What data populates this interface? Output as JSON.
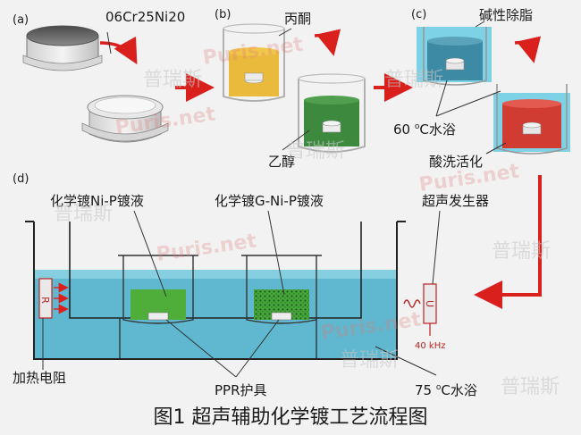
{
  "panels": {
    "a": {
      "tag": "(a)",
      "material": "06Cr25Ni20"
    },
    "b": {
      "tag": "(b)",
      "acetone": "丙酮",
      "ethanol": "乙醇"
    },
    "c": {
      "tag": "(c)",
      "degrease": "碱性除脂",
      "bath_prefix": "60 ",
      "bath_deg": "o",
      "bath_suffix": "C水浴",
      "pickling": "酸洗活化"
    },
    "d": {
      "tag": "(d)",
      "plating_nip": "化学镀Ni-P镀液",
      "plating_gnip": "化学镀G-Ni-P镀液",
      "ultrasonic": "超声发生器",
      "heater_letter": "R",
      "heater": "加热电阻",
      "fixture": "PPR护具",
      "frequency": "40 kHz",
      "transducer_letter": "U",
      "bath_prefix": "75 ",
      "bath_deg": "o",
      "bath_suffix": "C水浴"
    }
  },
  "caption": "图1 超声辅助化学镀工艺流程图",
  "watermark": {
    "latin": "Puris.net",
    "cjk": "普瑞斯"
  },
  "colors": {
    "acetone": "#e9b52c",
    "ethanol": "#3d8a3f",
    "degrease": "#3c8aa3",
    "pickling": "#d13c32",
    "bath_water": "#5fb8cf",
    "bath_hl": "#56c7e0",
    "plating": "#4fae3a",
    "arrow": "#d9201c"
  }
}
